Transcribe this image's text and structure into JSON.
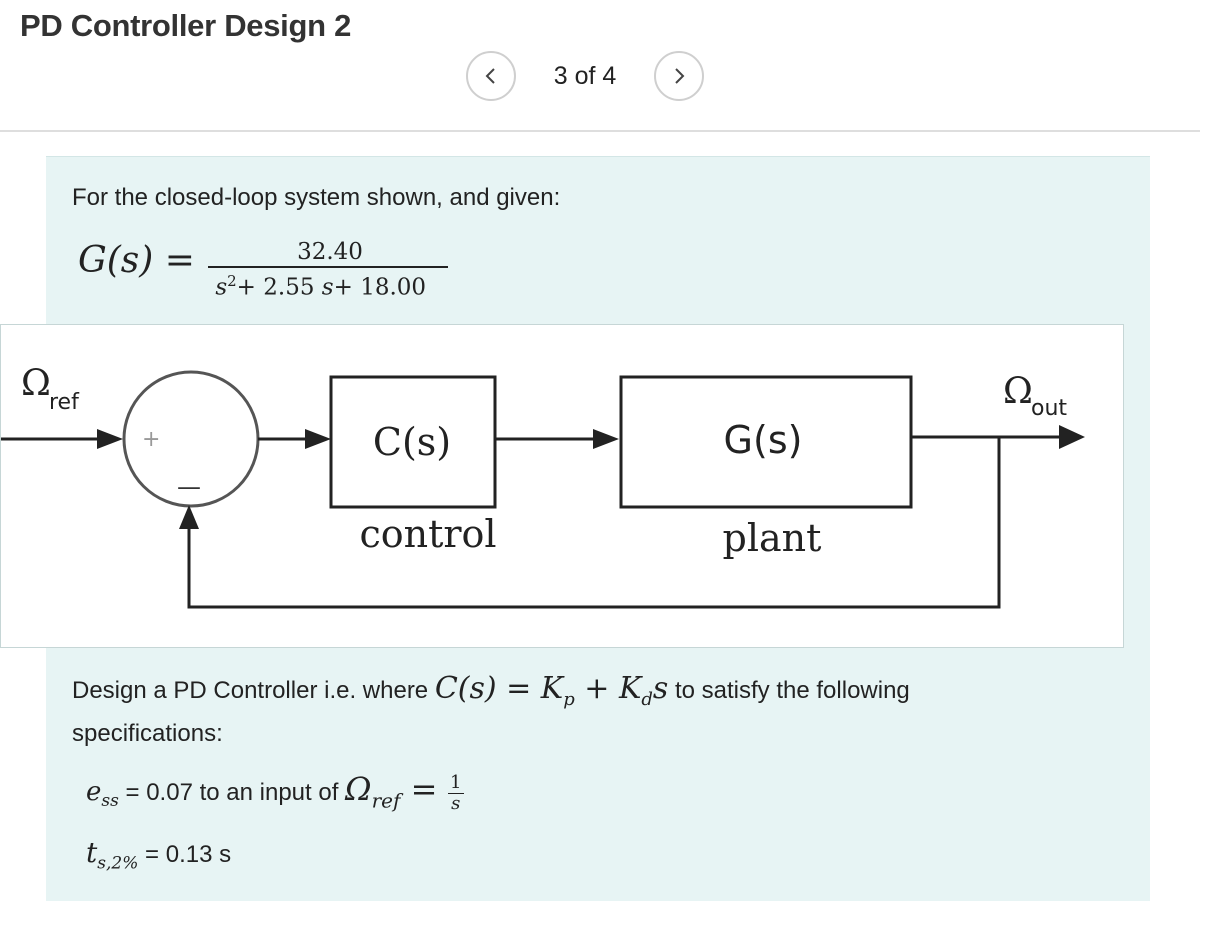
{
  "page_title": "PD Controller Design 2",
  "pager": {
    "label": "3 of 4",
    "prev_icon": "chevron-left-icon",
    "next_icon": "chevron-right-icon"
  },
  "intro": "For the closed-loop system shown, and given:",
  "transfer_function": {
    "lhs": "G(s) =",
    "numerator": "32.40",
    "denominator": {
      "a": "2.55",
      "b": "18.00"
    }
  },
  "diagram": {
    "input_symbol": "Ω",
    "input_sub": "ref",
    "output_symbol": "Ω",
    "output_sub": "out",
    "plus_sign": "+",
    "minus_sign": "—",
    "controller_block": "C(s)",
    "controller_caption": "control",
    "plant_block": "G(s)",
    "plant_caption": "plant"
  },
  "design_text": {
    "before": "Design a PD Controller i.e. where",
    "equation": "C(s) = Kp + Kds",
    "after": "to satisfy the following specifications:"
  },
  "specs": {
    "ess": {
      "symbol": "ess",
      "value": "= 0.07",
      "text": "to an input of",
      "input": "Ωref =",
      "frac_num": "1",
      "frac_den": "s"
    },
    "ts": {
      "symbol": "ts,2%",
      "value": "= 0.13 s"
    }
  }
}
